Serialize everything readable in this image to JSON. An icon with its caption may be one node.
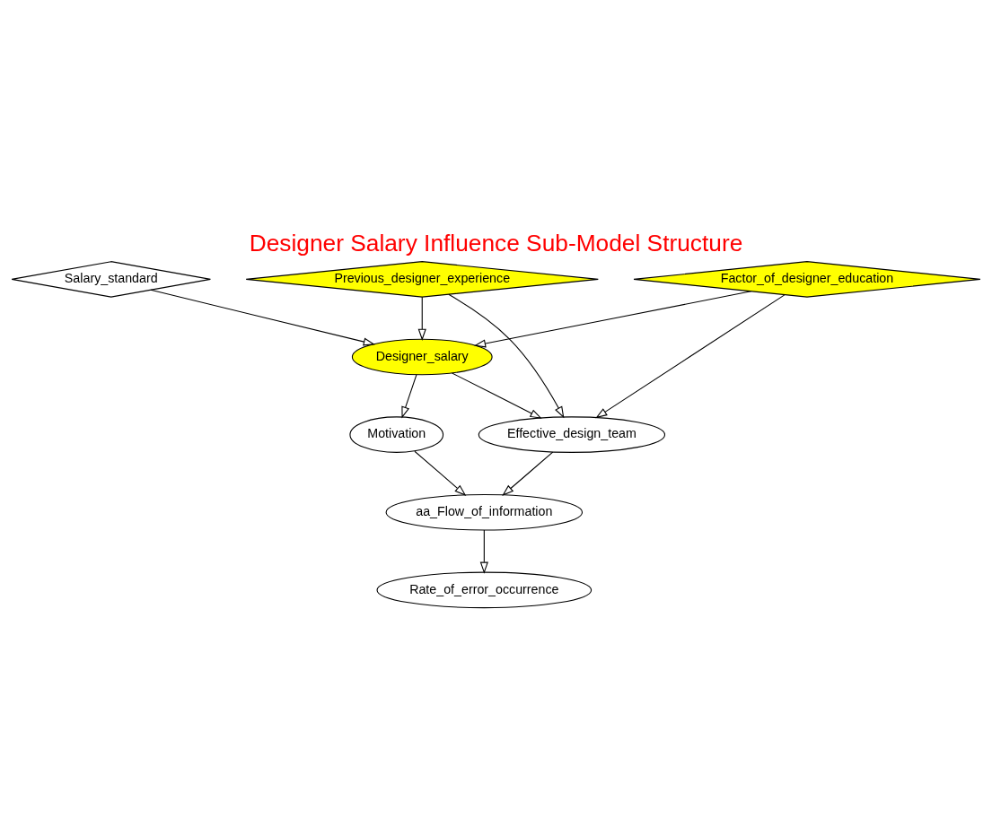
{
  "diagram": {
    "title": "Designer Salary Influence Sub-Model Structure",
    "nodes": [
      {
        "text": [
          "Salary_standard"
        ]
      },
      {
        "text": [
          "Motivation"
        ]
      },
      {
        "text": [
          "Designer_salary"
        ]
      },
      {
        "text": [
          "Factor_of_designer_education"
        ]
      },
      {
        "text": [
          "Previous_designer_experience"
        ]
      },
      {
        "text": [
          "aa_Flow_of_information"
        ]
      },
      {
        "text": [
          "Effective_design_team"
        ]
      },
      {
        "text": [
          "Rate_of_error_occurrence"
        ]
      }
    ],
    "edges": [
      {
        "from": 0,
        "to": 2,
        "arrow": "to"
      },
      {
        "from": 2,
        "to": 1,
        "arrow": "to"
      },
      {
        "from": 4,
        "to": 2,
        "arrow": "to"
      },
      {
        "from": 3,
        "to": 2,
        "arrow": "to"
      },
      {
        "from": 1,
        "to": 5,
        "arrow": "to"
      },
      {
        "from": 2,
        "to": 6,
        "arrow": "to"
      },
      {
        "from": 3,
        "to": 6,
        "arrow": "to"
      },
      {
        "from": 6,
        "to": 5,
        "arrow": "to"
      },
      {
        "from": 4,
        "to": 6,
        "arrow": "to"
      },
      {
        "from": 5,
        "to": 7,
        "arrow": "to"
      }
    ]
  }
}
